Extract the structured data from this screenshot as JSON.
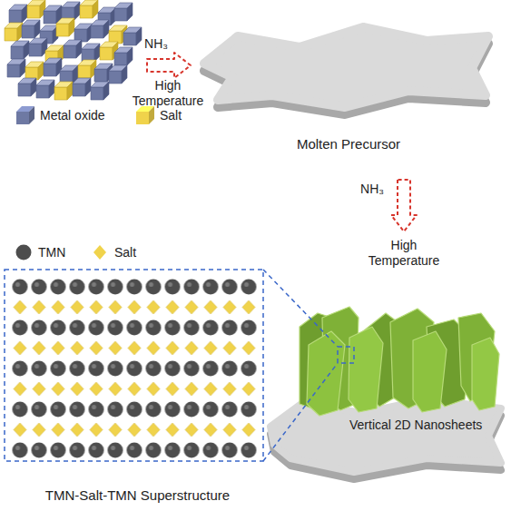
{
  "diagram": {
    "nodes": [
      {
        "text": [
          "Molten Precursor"
        ]
      },
      {
        "text": [
          "Vertical 2D Nanosheets"
        ]
      },
      {
        "text": [
          "TMN-Salt-TMN Superstructure"
        ]
      }
    ],
    "edges": [
      {
        "from": 0,
        "to": 1,
        "arrow": "to"
      }
    ],
    "labels": [
      "NH₃",
      "High Temperature",
      "NH₃",
      "High Temperature"
    ],
    "legend": [
      {
        "text": "Metal oxide",
        "color": "#6e79a3"
      },
      {
        "text": "Salt",
        "color": "#f0d34b"
      },
      {
        "text": "TMN",
        "color": "#4d4d4d"
      },
      {
        "text": "Salt",
        "color": "#f0d34b"
      }
    ]
  }
}
